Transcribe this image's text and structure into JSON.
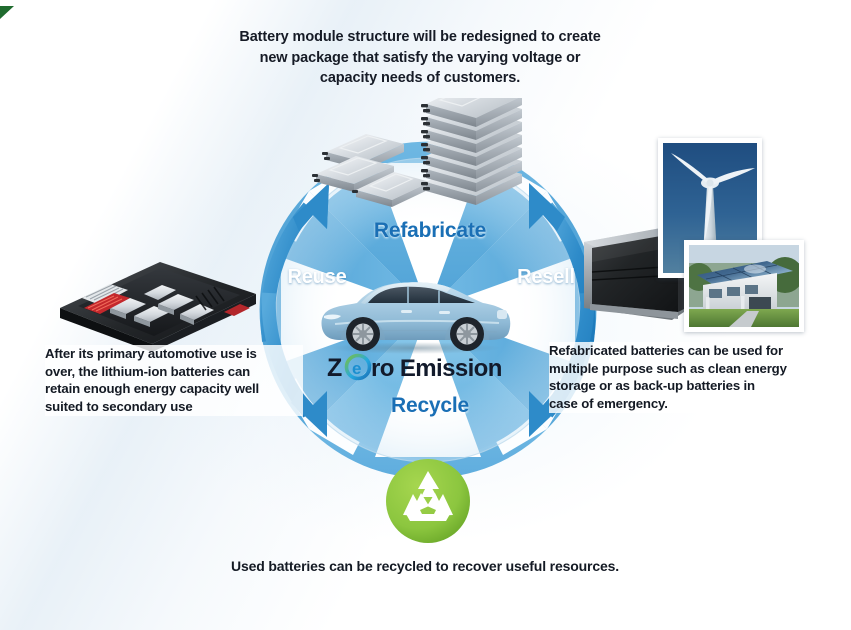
{
  "headline": "Battery module structure will be redesigned to create\nnew package that satisfy the varying voltage or\ncapacity needs of customers.",
  "cycle": {
    "labels": {
      "refabricate": "Refabricate",
      "reuse": "Reuse",
      "resell": "Resell",
      "recycle": "Recycle"
    },
    "wordmark": {
      "part1": "Z",
      "part2": "e",
      "part3": "ro Emission"
    }
  },
  "captions": {
    "left": "After its primary automotive use is\nover, the lithium-ion batteries can\nretain enough energy capacity well\nsuited to secondary use",
    "right": "Refabricated batteries can be used for\nmultiple purpose such as clean energy\nstorage or as back-up batteries in\ncase of emergency.",
    "bottom": "Used batteries can be recycled to recover useful resources."
  },
  "imagery": {
    "battery_pack": "ev-battery-pack-image",
    "battery_modules": "stacked-battery-modules-image",
    "storage_unit": "black-storage-battery-unit-image",
    "turbine_photo": "wind-turbine-photo",
    "house_photo": "solar-house-photo",
    "recycle_badge": "recycle-symbol-badge",
    "car": "electric-car-side-view",
    "corner_mark": "green-corner-triangle"
  },
  "colors": {
    "quad_blue": "#5FADDE",
    "quad_blue_dark": "#3E96CE",
    "arrow_blue": "#2E8BC9",
    "label_blue": "#1a6fb5",
    "recycle_green": "#8CC63F",
    "car_blue": "#9CC6DD",
    "text_dark": "#141a24",
    "corner_green": "#1f6b2e"
  }
}
